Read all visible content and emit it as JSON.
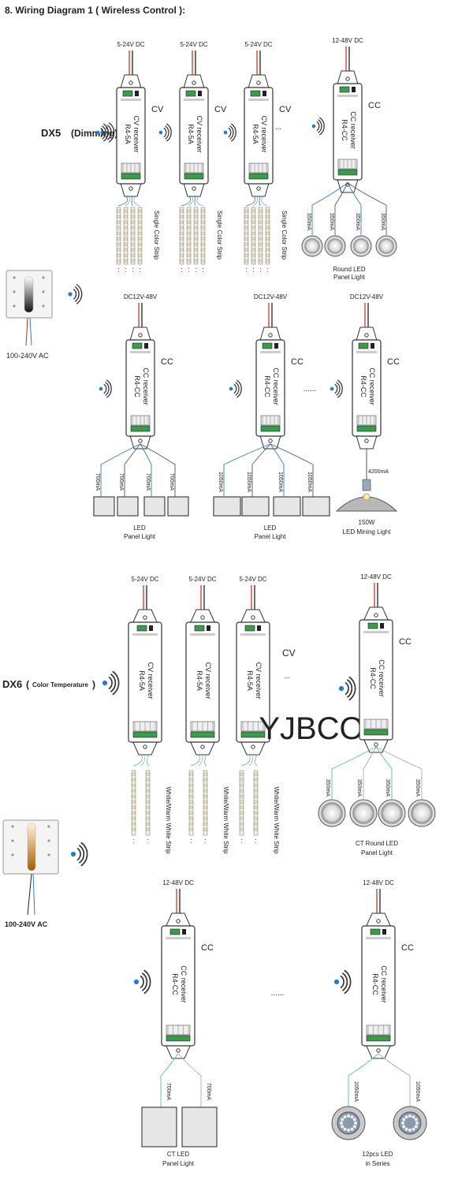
{
  "title": "8. Wiring Diagram 1 ( Wireless Control ):",
  "dx5": {
    "label_main": "DX5",
    "label_sub": "(Dimming)",
    "power_label": "100-240V AC",
    "cv_units": [
      {
        "supply": "5-24V DC",
        "name": "CV receiver",
        "model": "R4-5A",
        "mode": "CV",
        "strip": "Single Color Strip"
      },
      {
        "supply": "5-24V DC",
        "name": "CV receiver",
        "model": "R4-5A",
        "mode": "CV",
        "strip": "Single Color Strip"
      },
      {
        "supply": "5-24V DC",
        "name": "CV receiver",
        "model": "R4-5A",
        "mode": "CV",
        "strip": "Single Color Strip"
      }
    ],
    "cc_round": {
      "supply": "12-48V DC",
      "name": "CC receiver",
      "model": "R4-CC",
      "mode": "CC",
      "currents": [
        "350mA",
        "350mA",
        "350mA",
        "350mA"
      ],
      "load_line1": "Round LED",
      "load_line2": "Panel Light"
    },
    "cc_units": [
      {
        "supply": "DC12V-48V",
        "name": "CC receiver",
        "model": "R4-CC",
        "mode": "CC",
        "currents": [
          "700mA",
          "700mA",
          "700mA",
          "700mA"
        ],
        "load_line1": "LED",
        "load_line2": "Panel Light"
      },
      {
        "supply": "DC12V-48V",
        "name": "CC receiver",
        "model": "R4-CC",
        "mode": "CC",
        "currents": [
          "1050mA",
          "1050mA",
          "1050mA",
          "1050mA"
        ],
        "load_line1": "LED",
        "load_line2": "Panel Light"
      },
      {
        "supply": "DC12V-48V",
        "name": "CC receiver",
        "model": "R4-CC",
        "mode": "CC",
        "currents": [
          "4200mA"
        ],
        "load_line1": "150W",
        "load_line2": "LED Mining Light"
      }
    ]
  },
  "dx6": {
    "label_main": "DX6",
    "label_sub": "Color Temperature",
    "power_label": "100-240V AC",
    "watermark": "YJBCO",
    "cv_units": [
      {
        "supply": "5-24V DC",
        "name": "CV receiver",
        "model": "R4-5A",
        "strip": "White/Warm White Strip"
      },
      {
        "supply": "5-24V DC",
        "name": "CV receiver",
        "model": "R4-5A",
        "strip": "White/Warm White Strip"
      },
      {
        "supply": "5-24V DC",
        "name": "CV receiver",
        "model": "R4-5A",
        "strip": "White/Warm White Strip"
      }
    ],
    "cv_mode": "CV",
    "cc_round": {
      "supply": "12-48V DC",
      "name": "CC receiver",
      "model": "R4-CC",
      "mode": "CC",
      "currents": [
        "350mA",
        "350mA",
        "350mA",
        "350mA"
      ],
      "load_line1": "CT Round LED",
      "load_line2": "Panel Light"
    },
    "cc_units": [
      {
        "supply": "12-48V DC",
        "name": "CC receiver",
        "model": "R4-CC",
        "mode": "CC",
        "currents": [
          "700mA",
          "700mA"
        ],
        "load_line1": "CT LED",
        "load_line2": "Panel Light"
      },
      {
        "supply": "12-48V DC",
        "name": "CC receiver",
        "model": "R4-CC",
        "mode": "CC",
        "currents": [
          "1050mA",
          "1050mA"
        ],
        "load_line1": "12pcs LED",
        "load_line2": "in Series"
      }
    ]
  },
  "ellipsis": "......",
  "ellipsis_short": "..."
}
